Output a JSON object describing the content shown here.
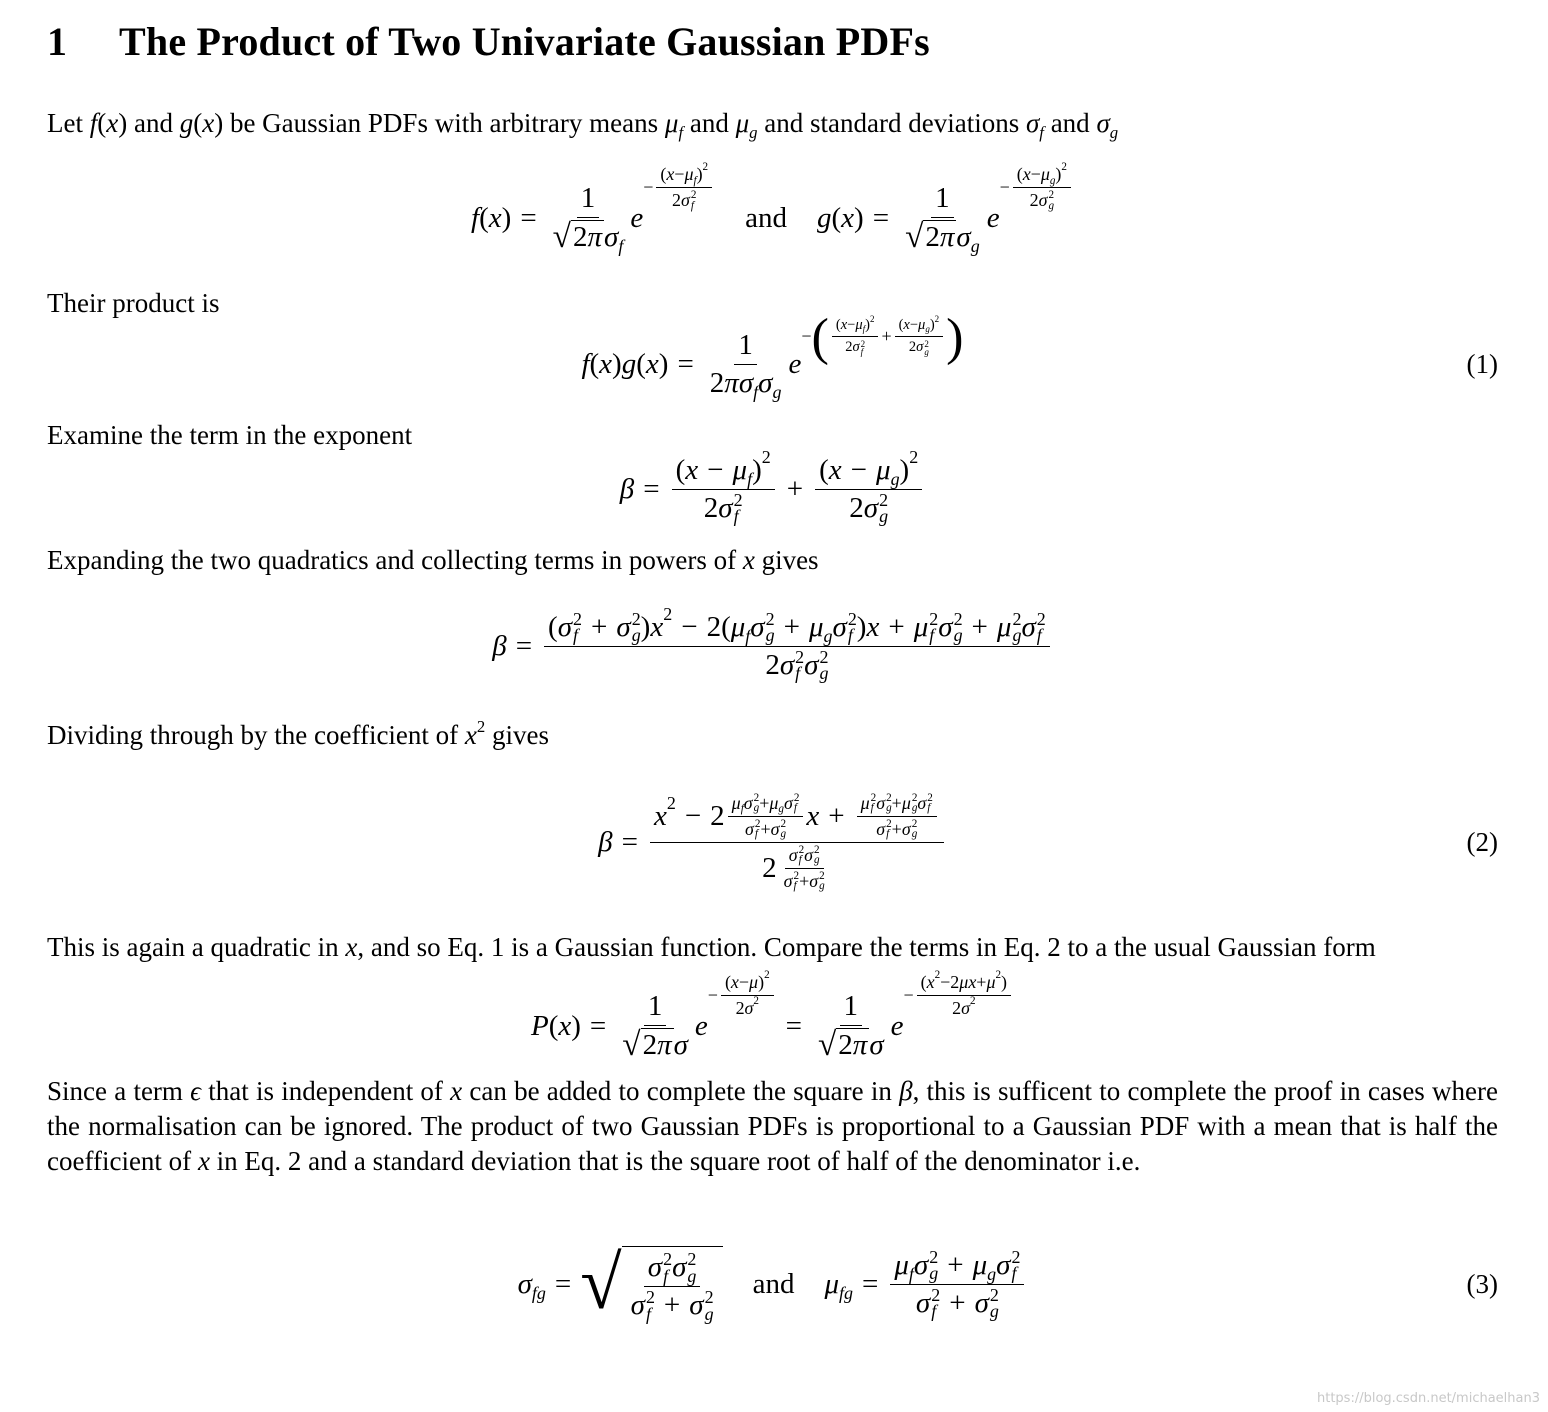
{
  "section": {
    "number": "1",
    "title": "The Product of Two Univariate Gaussian PDFs"
  },
  "paragraphs": {
    "p1_pre": "Let ",
    "p1_a": " and ",
    "p1_b": " be Gaussian PDFs with arbitrary means ",
    "p1_c": " and ",
    "p1_d": " and standard deviations ",
    "p1_e": " and ",
    "p2": "Their product is",
    "p3": "Examine the term in the exponent",
    "p4_pre": "Expanding the two quadratics and collecting terms in powers of ",
    "p4_post": " gives",
    "p5_pre": "Dividing through by the coefficient of ",
    "p5_post": " gives",
    "p6_pre": "This is again a quadratic in ",
    "p6_post": ", and so Eq. 1 is a Gaussian function. Compare the terms in Eq. 2 to a the usual Gaussian form",
    "p7_a": "Since a term ",
    "p7_b": " that is independent of ",
    "p7_c": " can be added to complete the square in ",
    "p7_d": ", this is sufficent to complete the proof in cases where the normalisation can be ignored. The product of two Gaussian PDFs is proportional to a Gaussian PDF with a mean that is half the coefficient of ",
    "p7_e": " in Eq. 2 and a standard deviation that is the square root of half of the denominator i.e."
  },
  "equations": {
    "and_word": "and",
    "eq1_number": "(1)",
    "eq2_number": "(2)",
    "eq3_number": "(3)"
  },
  "watermark": "https://blog.csdn.net/michaelhan3"
}
